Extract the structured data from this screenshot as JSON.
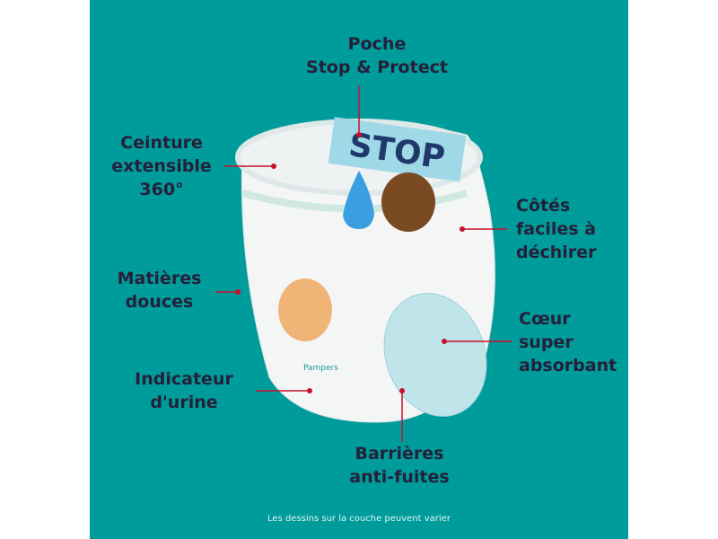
{
  "labels": {
    "pocket": "Poche\nStop & Protect",
    "waistband": "Ceinture\nextensible\n360°",
    "sides": "Côtés\nfaciles à\ndéchirer",
    "soft": "Matières\ndouces",
    "core": "Cœur\nsuper\nabsorbant",
    "wetness": "Indicateur\nd'urine",
    "barriers": "Barrières\nanti-fuites"
  },
  "stop_sign": "STOP",
  "brand": "Pampers",
  "footnote": "Les dessins sur la couche peuvent varier",
  "colors": {
    "background": "#009b9b",
    "text": "#24203a",
    "pointer": "#c8102e"
  }
}
